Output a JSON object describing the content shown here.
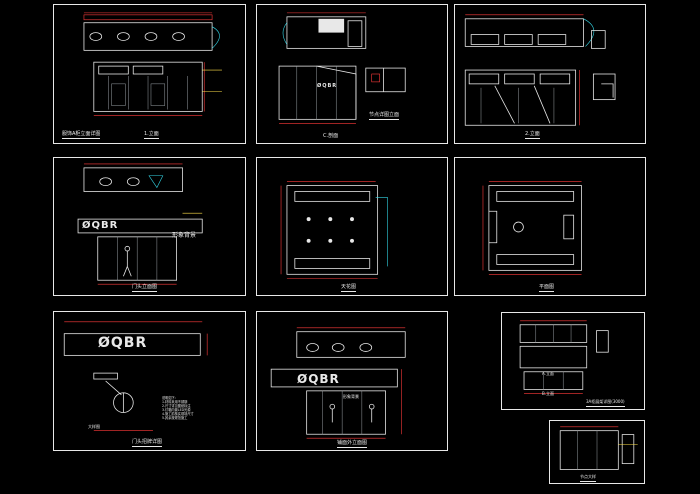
{
  "colors": {
    "background": "#000000",
    "frame": "#e8e8e8",
    "dimension_red": "#ff3b3b",
    "accent_cyan": "#33d6e6",
    "hatch_gray": "#9aa1a6"
  },
  "sheets": [
    {
      "id": "s1",
      "titles": [
        "服饰A柜立面详图",
        "1.立面"
      ]
    },
    {
      "id": "s2",
      "titles": [
        "C.剖面",
        "节点详图立面"
      ]
    },
    {
      "id": "s3",
      "titles": [
        "2.立面"
      ]
    },
    {
      "id": "s4",
      "titles": [
        "门头立面图"
      ],
      "brand": "ØQBR",
      "sign": "形象背景"
    },
    {
      "id": "s5",
      "titles": [
        "天花图"
      ]
    },
    {
      "id": "s6",
      "titles": [
        "平面图"
      ]
    },
    {
      "id": "s7",
      "titles": [
        "门头招牌详图",
        "大样图"
      ],
      "brand": "ØQBR",
      "notes": "说明如下：\n1.材料采用不锈钢\n2.尺寸详见图纸标注\n3.灯箱内置LED光源\n4.施工前核实现场尺寸\n5.其余按规范施工"
    },
    {
      "id": "s8",
      "titles": [
        "铺面外立面图"
      ],
      "brand": "ØQBR",
      "sign": "形象背景"
    },
    {
      "id": "s9",
      "titles": [
        "A.立面",
        "B.立面",
        "3A柜展架详图(3000)"
      ]
    },
    {
      "id": "s10",
      "titles": [
        "节点大样"
      ]
    }
  ]
}
